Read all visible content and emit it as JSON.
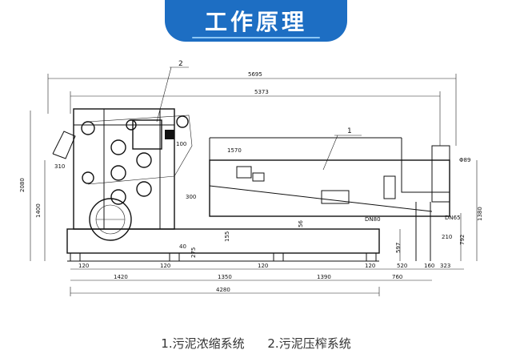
{
  "header": {
    "title": "工作原理"
  },
  "diagram": {
    "callouts": [
      "1",
      "2"
    ],
    "dims_top": [
      "5695",
      "5373"
    ],
    "dims_inner": [
      "1570",
      "100",
      "310",
      "300",
      "DN80",
      "DN65",
      "210",
      "Φ89"
    ],
    "dims_left": [
      "2080",
      "1400"
    ],
    "dims_right": [
      "1380",
      "792",
      "597"
    ],
    "dims_mid": [
      "155",
      "56",
      "275",
      "40"
    ],
    "dims_bottom_row1": [
      "120",
      "120",
      "120",
      "120",
      "520",
      "160",
      "323"
    ],
    "dims_bottom_row2": [
      "1420",
      "1350",
      "1390",
      "760"
    ],
    "dims_total": "4280"
  },
  "caption": {
    "items": [
      "1.污泥浓缩系统",
      "2.污泥压榨系统"
    ]
  }
}
